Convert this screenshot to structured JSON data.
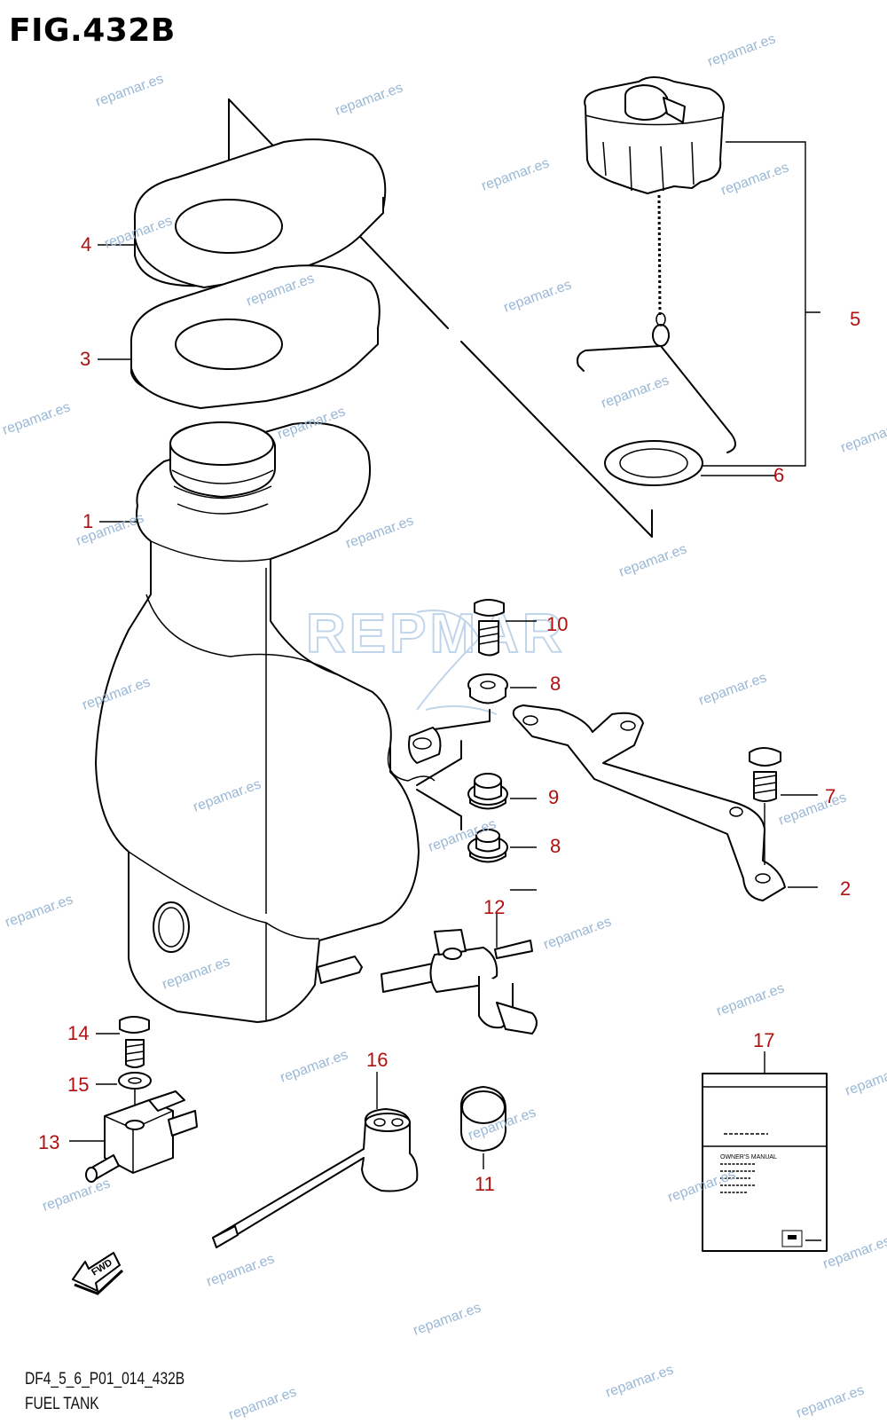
{
  "figure": {
    "title": "FIG.432B",
    "code": "DF4_5_6_P01_014_432B",
    "caption": "FUEL TANK"
  },
  "callouts": [
    {
      "id": "c1",
      "label": "1"
    },
    {
      "id": "c2",
      "label": "2"
    },
    {
      "id": "c3",
      "label": "3"
    },
    {
      "id": "c4",
      "label": "4"
    },
    {
      "id": "c5",
      "label": "5"
    },
    {
      "id": "c6",
      "label": "6"
    },
    {
      "id": "c7",
      "label": "7"
    },
    {
      "id": "c8a",
      "label": "8"
    },
    {
      "id": "c8b",
      "label": "8"
    },
    {
      "id": "c9",
      "label": "9"
    },
    {
      "id": "c10",
      "label": "10"
    },
    {
      "id": "c11",
      "label": "11"
    },
    {
      "id": "c12",
      "label": "12"
    },
    {
      "id": "c13",
      "label": "13"
    },
    {
      "id": "c14",
      "label": "14"
    },
    {
      "id": "c15",
      "label": "15"
    },
    {
      "id": "c16",
      "label": "16"
    },
    {
      "id": "c17",
      "label": "17"
    }
  ],
  "watermark": {
    "text": "repamar.es",
    "logo_text": "REPMAR",
    "color": "#9ab8d6"
  },
  "manual": {
    "heading": "OWNER'S MANUAL"
  },
  "fwd_label": "FWD",
  "colors": {
    "callout": "#b01010",
    "line": "#000000"
  }
}
